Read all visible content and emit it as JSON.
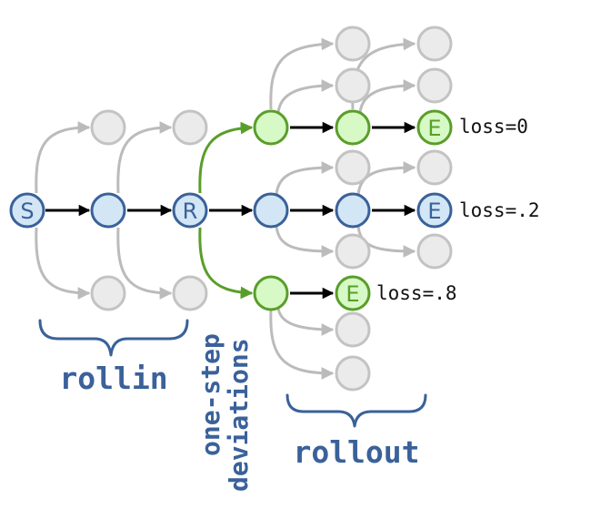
{
  "nodes": {
    "start": {
      "letter": "S"
    },
    "rollin_state": {
      "letter": "R"
    },
    "end_top": {
      "letter": "E"
    },
    "end_mid": {
      "letter": "E"
    },
    "end_bottom": {
      "letter": "E"
    }
  },
  "losses": {
    "top": "loss=0",
    "mid": "loss=.2",
    "bottom": "loss=.8"
  },
  "regions": {
    "rollin": "rollin",
    "deviations_line1": "one-step",
    "deviations_line2": "deviations",
    "rollout": "rollout"
  },
  "colors": {
    "blue_fill": "#d3e6f5",
    "blue_stroke": "#3a619a",
    "green_fill": "#d6f9c6",
    "green_stroke": "#5a9e2a",
    "gray_fill": "#ebebeb",
    "gray_stroke": "#c3c3c3",
    "gray_arrow": "#bbbbbb",
    "label_blue": "#3a619a"
  }
}
